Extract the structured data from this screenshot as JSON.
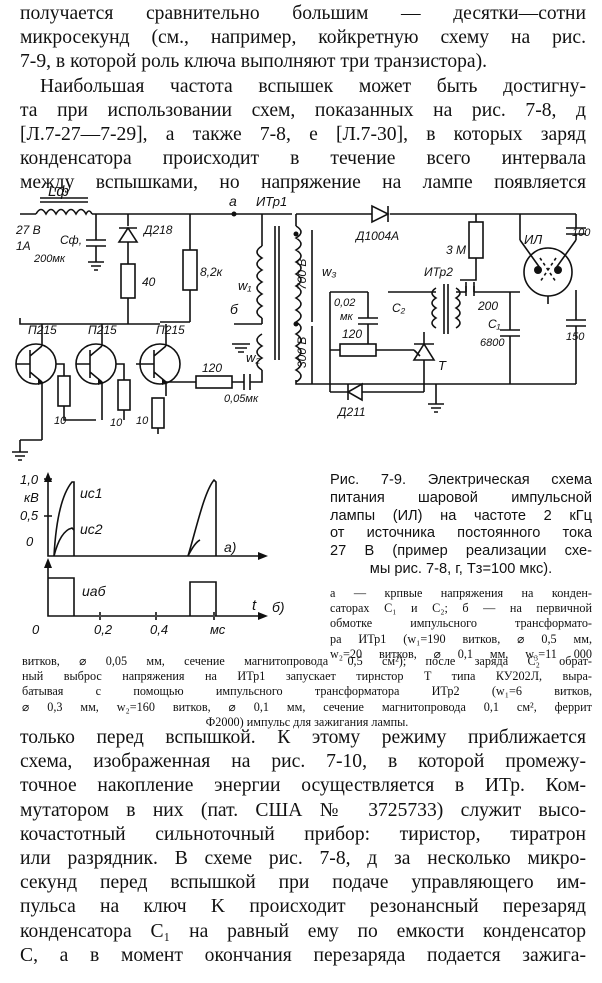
{
  "text_top": [
    "получается сравнительно большим — десятки—сотни",
    "микросекунд (см., например, койкретную схему на рис.",
    "7-9, в которой роль ключа выполняют три транзистора).",
    "Наибольшая частота вспышек может быть достигну-",
    "та при использовании схем, показанных на рис. 7-8, д",
    "[Л.7-27—7-29], а также 7-8, е [Л.7-30], в которых заряд",
    "конденсатора происходит в течение всего интервала",
    "между вспышками, но напряжение на лампе появляется"
  ],
  "caption": [
    "Рис. 7-9. Электрическая схема",
    "питания шаровой импульсной",
    "лампы (ИЛ) на частоте 2 кГц",
    "от источника постоянного тока",
    "27 В (пример реализации схе-",
    "мы рис. 7-8, г, Tз=100 мкс)."
  ],
  "note_side": [
    "а — крпвые напряжения на конден-",
    "саторах C₁ и C₂; б — на первичной",
    "обмотке импульсного трансформато-",
    "ра ИТр1 (w₁=190 витков, ⌀ 0,5 мм,",
    "w₂=20 витков, ⌀ 0,1 мм, w₃=11 000"
  ],
  "note_full": [
    "витков, ⌀ 0,05 мм, сечение магнитопровода 0,5 см²); после заряда C₂ обрат-",
    "ный выброс напряжения на ИТр1 запускает тирнстор T типа КУ202Л, выра-",
    "батывая с помощью импульсного трансформатора ИТр2 (w₁=6 витков,",
    "⌀ 0,3 мм, w₂=160 витков, ⌀ 0,1 мм, сечение магнитопровода 0,1 см², феррит",
    "Ф2000) импульс для зажигания лампы."
  ],
  "text_bottom": [
    "только перед вспышкой. К этому режиму приближается",
    "схема, изображенная на рис. 7-10, в которой промежу-",
    "точное накопление энергии осуществляется в ИТр. Ком-",
    "мутатором в них (пат. США № 3725733) служит высо-",
    "кочастотный сильноточный прибор: тиристор, тиратрон",
    "или разрядник. В схеме рис. 7-8, д за несколько микро-",
    "секунд перед вспышкой при подаче управляющего им-",
    "пульса на ключ K происходит резонансный перезаряд",
    "конденсатора C₁ на равный ему по емкости конденсатор",
    "C, а в момент окончания перезаряда подается зажига-"
  ],
  "schematic_labels": {
    "lf": "Lф",
    "src1": "27 В",
    "src2": "1A",
    "cf": "Cф,",
    "cf_val": "200мк",
    "d218": "Д218",
    "r40": "40",
    "r8k": "8,2к",
    "node_a": "а",
    "node_b": "б",
    "itr1": "ИТр1",
    "w1": "w₁",
    "w2": "w₂",
    "w3": "w₃",
    "v700": "700 В",
    "v300": "300 В",
    "d1004": "Д1004А",
    "r3m": "3 М",
    "itr2": "ИТр2",
    "c2_val": "0,02",
    "c2_unit": "мк",
    "c2": "C₂",
    "r120b": "120",
    "t": "T",
    "d211": "Д211",
    "c200": "200",
    "c1": "C₁",
    "c1_val": "6800",
    "il": "ИЛ",
    "c100": "100",
    "c150": "150",
    "p215a": "П215",
    "p215b": "П215",
    "p215c": "П215",
    "r10a": "10",
    "r10b": "10",
    "r10c": "10",
    "r120a": "120",
    "c005": "0,05мк"
  },
  "graph_labels": {
    "y1": "1,0",
    "ykv": "кВ",
    "y05": "0,5",
    "y0": "0",
    "uc1": "uс1",
    "uc2": "uс2",
    "tag_a": "а)",
    "uab": "uаб",
    "t": "t",
    "tag_b": "б)",
    "x0": "0",
    "x02": "0,2",
    "x04": "0,4",
    "xms": "мс"
  }
}
